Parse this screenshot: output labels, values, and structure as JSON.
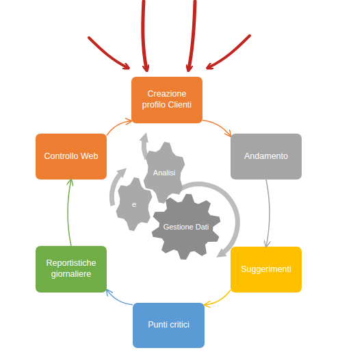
{
  "diagram": {
    "nodes": [
      {
        "text": [
          "Creazione profilo Clienti"
        ]
      },
      {
        "text": [
          "Andamento"
        ]
      },
      {
        "text": [
          "Suggerimenti"
        ]
      },
      {
        "text": [
          "Punti critici"
        ]
      },
      {
        "text": [
          "Reportistiche giornaliere"
        ]
      },
      {
        "text": [
          "Controllo Web"
        ]
      },
      {
        "text": [
          "Analisi"
        ]
      },
      {
        "text": [
          "e"
        ]
      },
      {
        "text": [
          "Gestione Dati"
        ]
      }
    ],
    "edges": [
      {
        "from": 0,
        "to": 1,
        "arrow": "to"
      },
      {
        "from": 1,
        "to": 2,
        "arrow": "to"
      },
      {
        "from": 2,
        "to": 3,
        "arrow": "to"
      },
      {
        "from": 3,
        "to": 4,
        "arrow": "to"
      },
      {
        "from": 4,
        "to": 5,
        "arrow": "to"
      },
      {
        "from": 5,
        "to": 0,
        "arrow": "to"
      }
    ]
  }
}
